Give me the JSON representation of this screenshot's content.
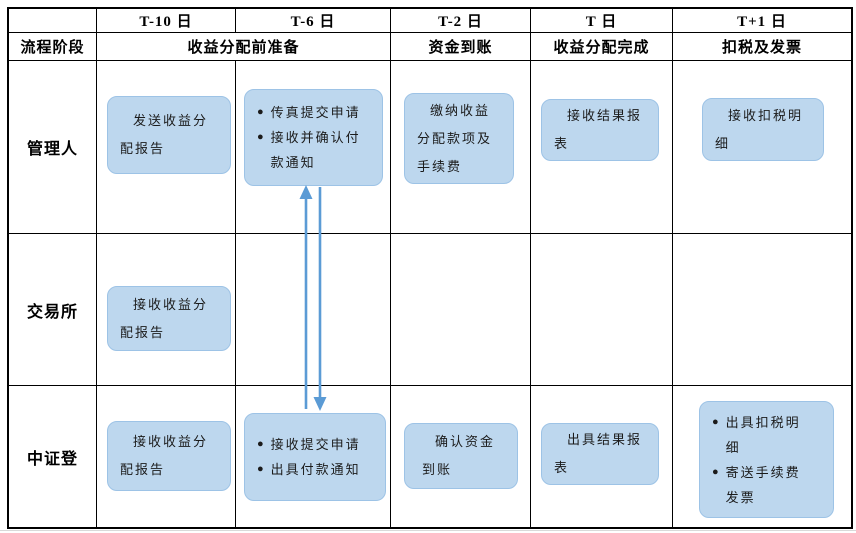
{
  "diagram": {
    "header": {
      "corner_label": "",
      "stage_row_label": "流程阶段",
      "dates": [
        "T-10 日",
        "T-6 日",
        "T-2 日",
        "T 日",
        "T+1 日"
      ],
      "stages": [
        "收益分配前准备",
        "资金到账",
        "收益分配完成",
        "扣税及发票"
      ]
    },
    "rows": [
      {
        "label": "管理人"
      },
      {
        "label": "交易所"
      },
      {
        "label": "中证登"
      }
    ],
    "boxes": {
      "manager_t10": {
        "text": "发送收益分配报告"
      },
      "manager_t6": {
        "bullets": [
          "传真提交申请",
          "接收并确认付款通知"
        ]
      },
      "manager_t2": {
        "text": "缴纳收益分配款项及手续费"
      },
      "manager_t": {
        "text": "接收结果报表"
      },
      "manager_t1": {
        "text": "接收扣税明细"
      },
      "exchange_t10": {
        "text": "接收收益分配报告"
      },
      "csdc_t10": {
        "text": "接收收益分配报告"
      },
      "csdc_t6": {
        "bullets": [
          "接收提交申请",
          "出具付款通知"
        ]
      },
      "csdc_t2": {
        "text": "确认资金到账"
      },
      "csdc_t": {
        "text": "出具结果报表"
      },
      "csdc_t1": {
        "bullets": [
          "出具扣税明细",
          "寄送手续费发票"
        ]
      }
    },
    "glyphs": {
      "bullet": "●"
    },
    "colors": {
      "box_fill": "#BDD7EE",
      "box_border": "#9DC3E6",
      "arrow": "#5B9BD5",
      "grid_line": "#000000"
    }
  }
}
